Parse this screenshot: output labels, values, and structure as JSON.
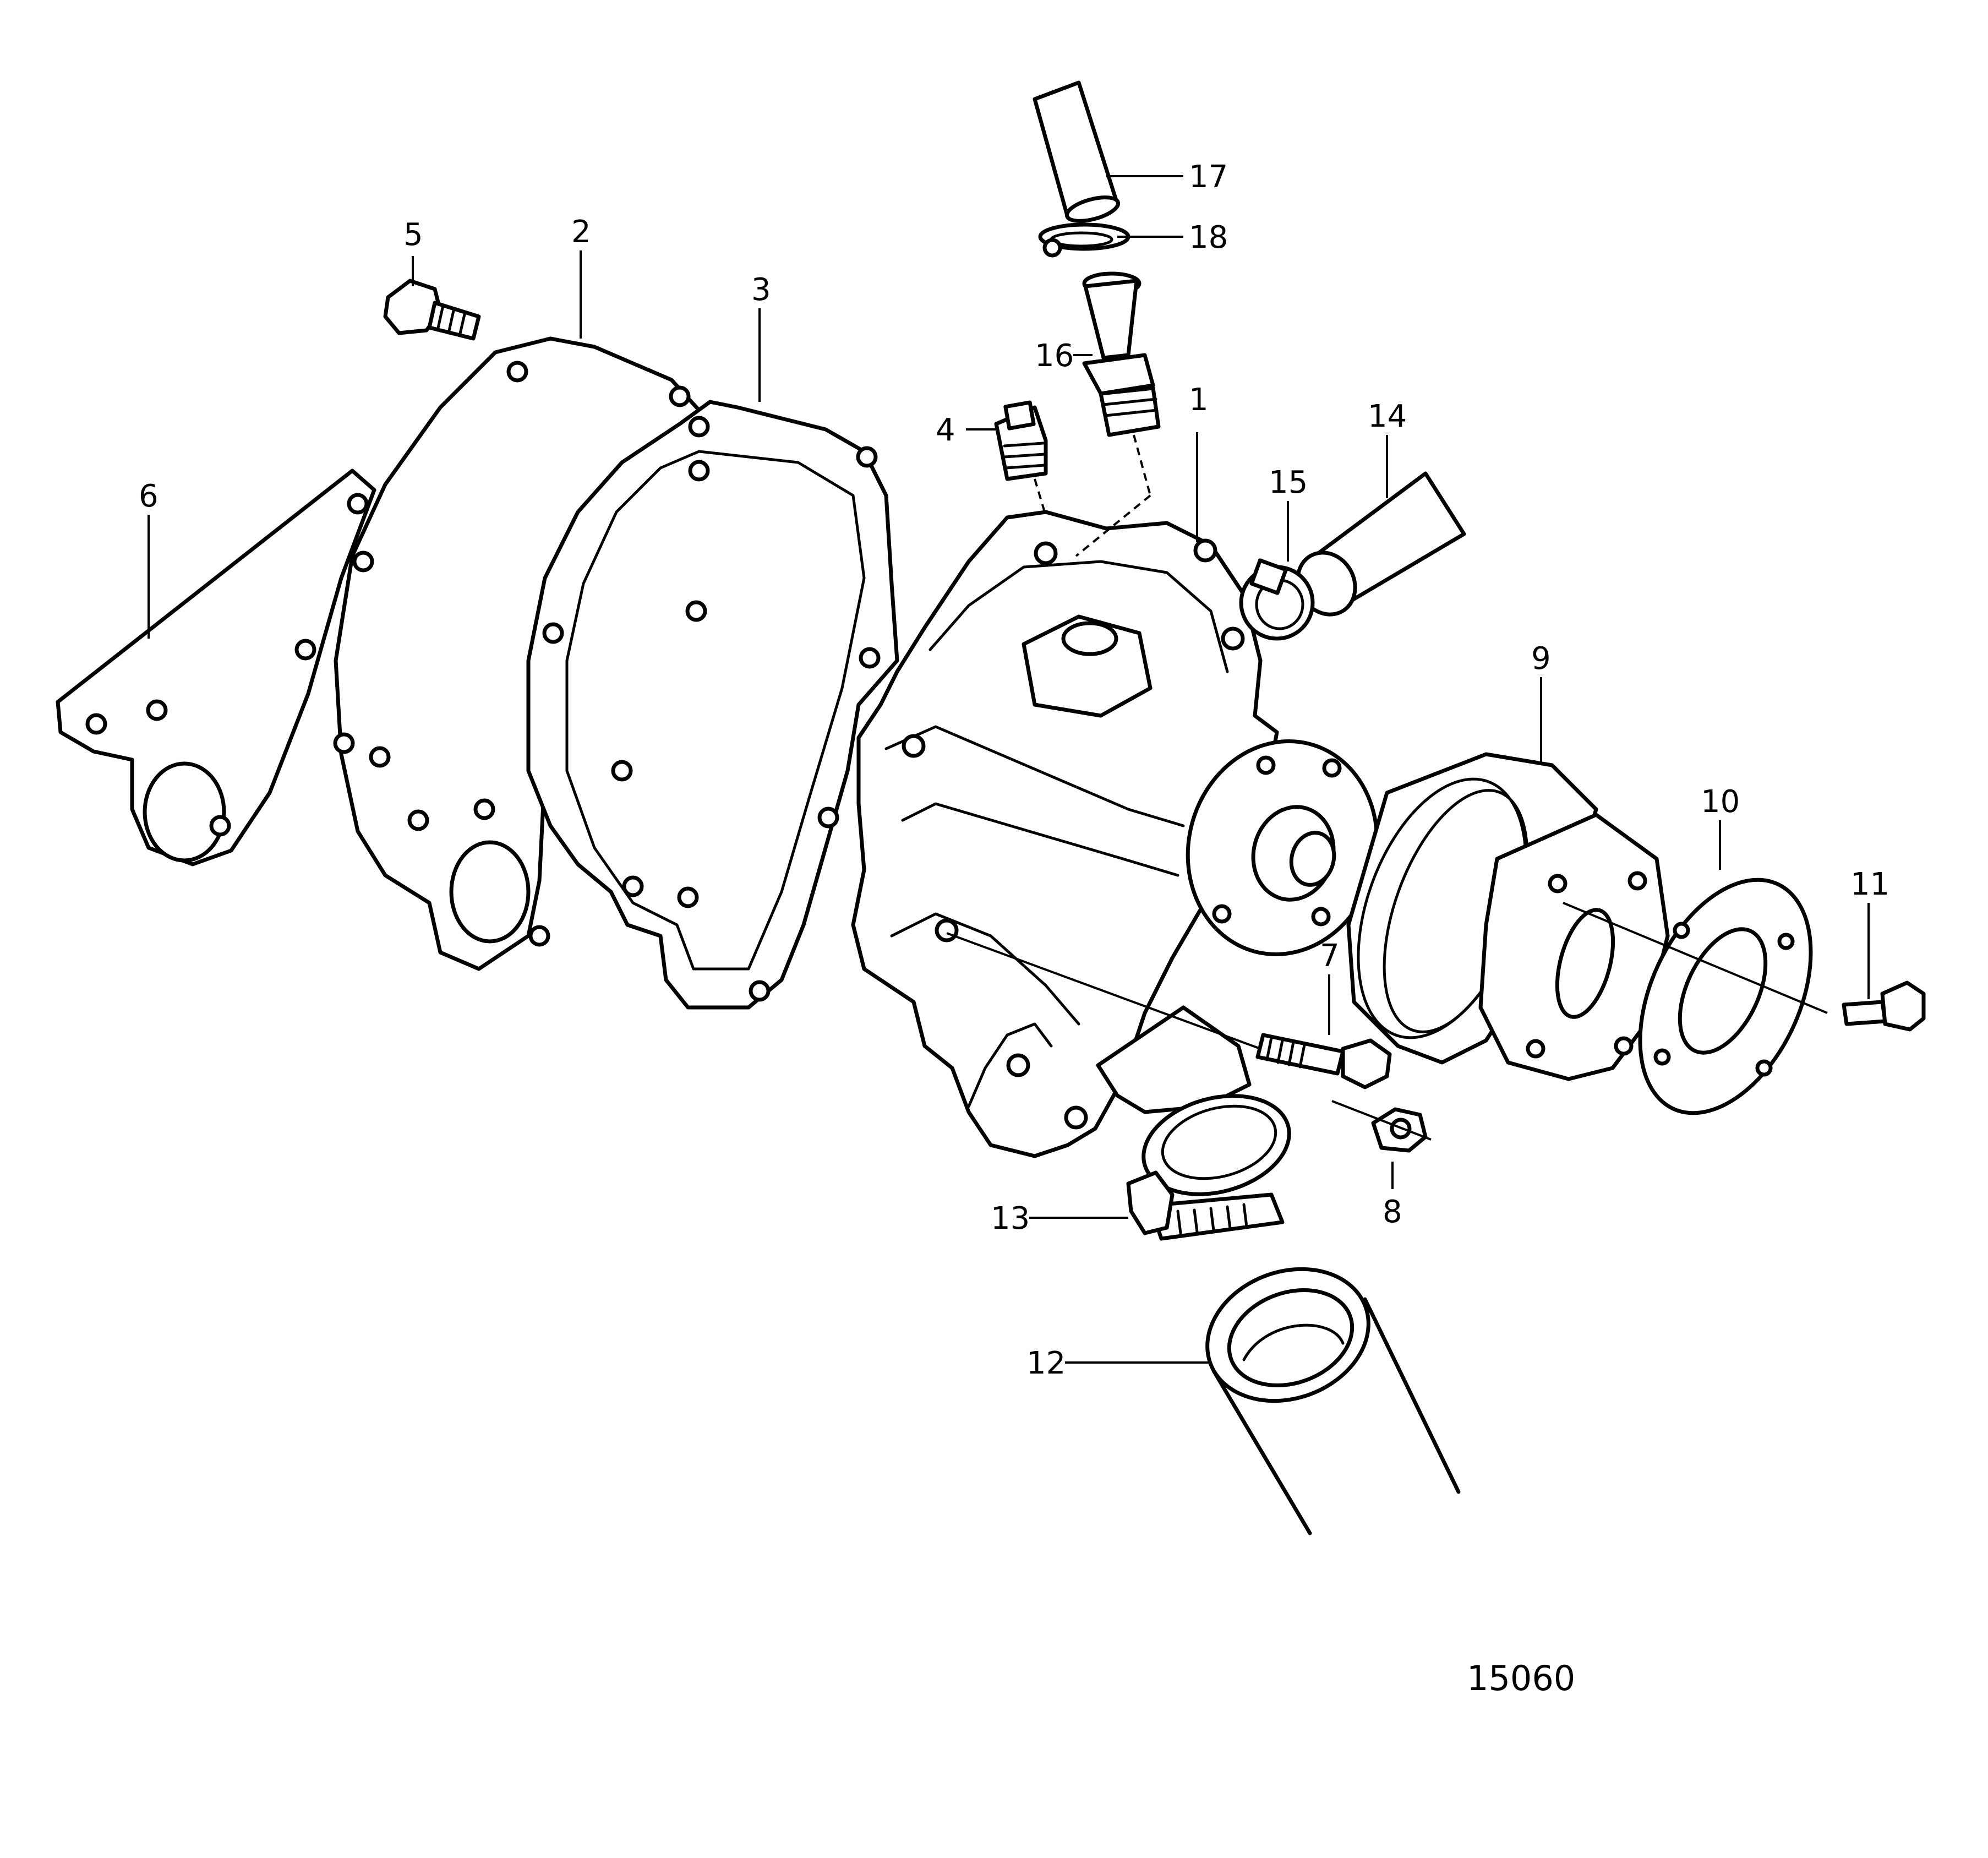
{
  "diagram": {
    "drawing_number": "15060",
    "callouts": [
      {
        "id": "1",
        "label": "1"
      },
      {
        "id": "2",
        "label": "2"
      },
      {
        "id": "3",
        "label": "3"
      },
      {
        "id": "4",
        "label": "4"
      },
      {
        "id": "5",
        "label": "5"
      },
      {
        "id": "6",
        "label": "6"
      },
      {
        "id": "7",
        "label": "7"
      },
      {
        "id": "8",
        "label": "8"
      },
      {
        "id": "9",
        "label": "9"
      },
      {
        "id": "10",
        "label": "10"
      },
      {
        "id": "11",
        "label": "11"
      },
      {
        "id": "12",
        "label": "12"
      },
      {
        "id": "13",
        "label": "13"
      },
      {
        "id": "14",
        "label": "14"
      },
      {
        "id": "15",
        "label": "15"
      },
      {
        "id": "16",
        "label": "16"
      },
      {
        "id": "17",
        "label": "17"
      },
      {
        "id": "18",
        "label": "18"
      }
    ]
  }
}
